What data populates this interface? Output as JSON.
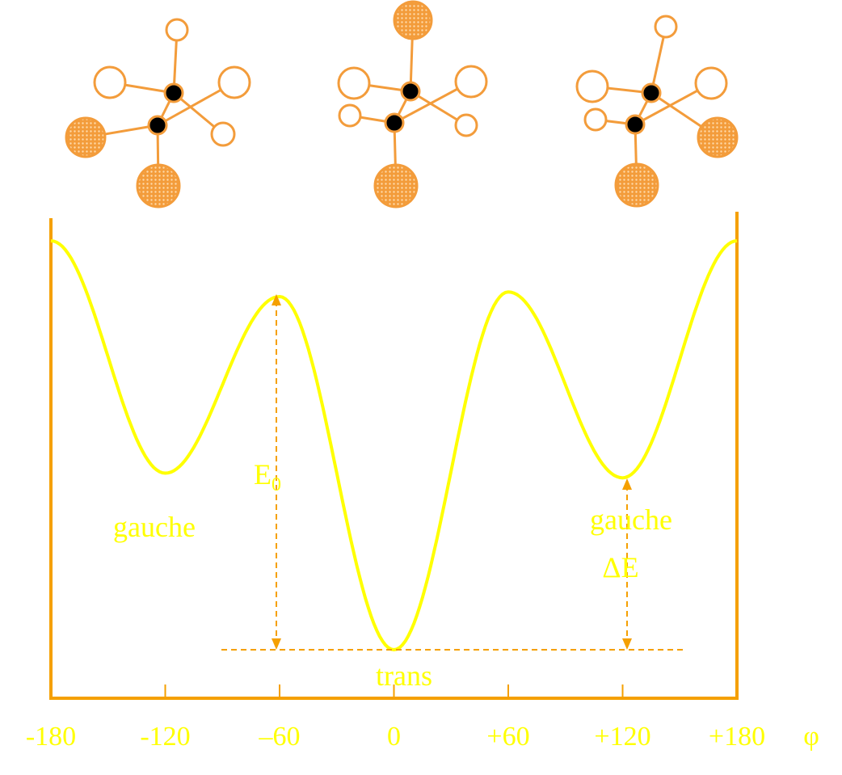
{
  "colors": {
    "curve": "#FFFF00",
    "axis": "#F5A000",
    "label": "#FFFF00",
    "atom_fill": "#F39C3B",
    "atom_black": "#000000",
    "background": "#FFFFFF"
  },
  "chart_data": {
    "type": "line",
    "xlabel": "φ",
    "ylabel": "",
    "xlim": [
      -180,
      180
    ],
    "x_ticks": [
      -180,
      -120,
      -60,
      0,
      60,
      120,
      180
    ],
    "x_tick_labels": [
      "-180",
      "-120",
      "–60",
      "0",
      "+60",
      "+120",
      "+180"
    ],
    "series": [
      {
        "values": [
          {
            "x": -180,
            "y": 0.88
          },
          {
            "x": -120,
            "y": 0.38
          },
          {
            "x": -60,
            "y": 0.76
          },
          {
            "x": 0,
            "y": 0.0
          },
          {
            "x": 60,
            "y": 0.77
          },
          {
            "x": 120,
            "y": 0.37
          },
          {
            "x": 180,
            "y": 0.88
          }
        ]
      }
    ],
    "annotations": {
      "gauche_left": "gauche",
      "gauche_right": "gauche",
      "trans": "trans",
      "e0_base": "E",
      "e0_sub": "0",
      "delta_e": "ΔE"
    }
  },
  "molecules": [
    {
      "name": "gauche-left",
      "icon": "gauche-newman-molecule-icon"
    },
    {
      "name": "trans",
      "icon": "trans-newman-molecule-icon"
    },
    {
      "name": "gauche-right",
      "icon": "gauche-newman-molecule-icon"
    }
  ]
}
